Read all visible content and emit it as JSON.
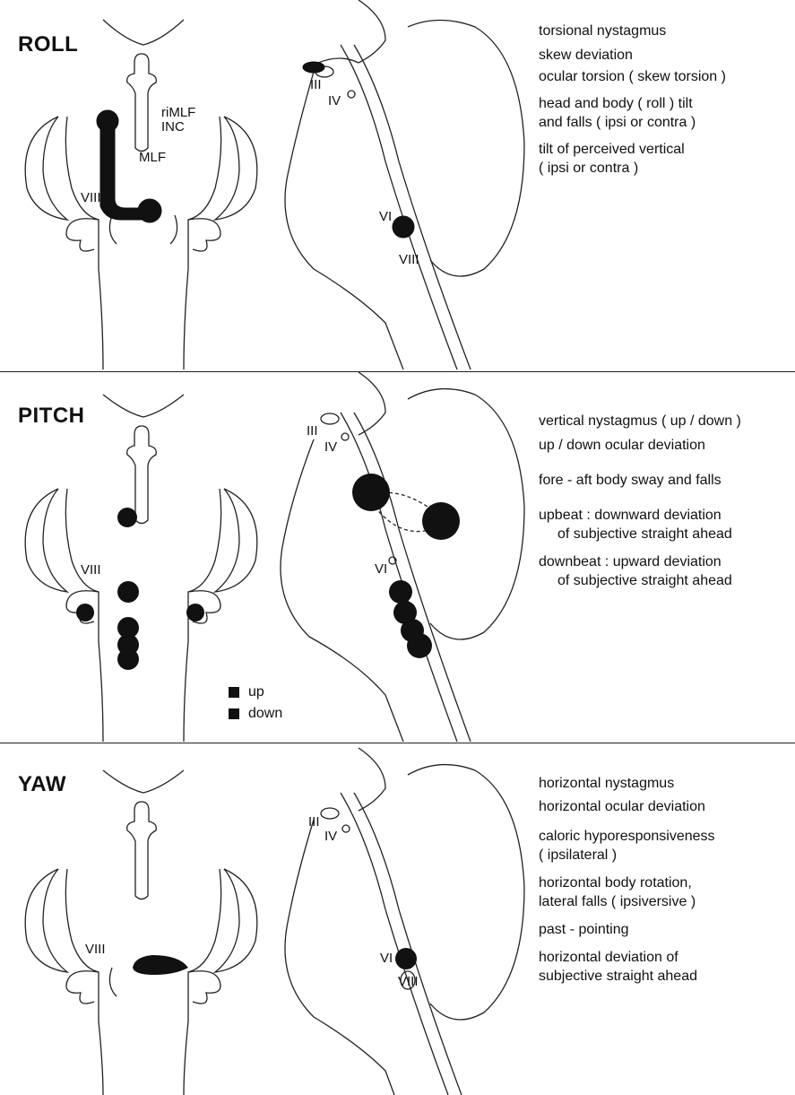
{
  "panels": [
    {
      "title": "ROLL",
      "labels": {
        "riMLF": "riMLF",
        "INC": "INC",
        "MLF": "MLF",
        "VIII_left": "VIII",
        "III": "III",
        "IV": "IV",
        "VI": "VI",
        "VIII_right": "VIII"
      },
      "description": [
        "torsional nystagmus",
        "skew deviation",
        "ocular torsion ( skew torsion )",
        "head and body ( roll ) tilt",
        "and falls ( ipsi or contra )",
        "tilt of perceived vertical",
        "( ipsi or contra )"
      ]
    },
    {
      "title": "PITCH",
      "labels": {
        "VIII_left": "VIII",
        "III": "III",
        "IV": "IV",
        "VI": "VI"
      },
      "legend": [
        "up",
        "down"
      ],
      "description": [
        "vertical nystagmus ( up / down )",
        "up / down ocular deviation",
        "fore - aft body sway and falls",
        "upbeat : downward deviation",
        "of subjective straight ahead",
        "downbeat : upward deviation",
        "of subjective straight ahead"
      ]
    },
    {
      "title": "YAW",
      "labels": {
        "VIII_left": "VIII",
        "III": "III",
        "IV": "IV",
        "VI": "VI",
        "VIII_right": "VIII"
      },
      "description": [
        "horizontal nystagmus",
        "horizontal ocular deviation",
        "caloric hyporesponsiveness",
        "( ipsilateral )",
        "horizontal body rotation,",
        "lateral falls ( ipsiversive )",
        "past - pointing",
        "horizontal deviation of",
        "subjective straight ahead"
      ]
    }
  ]
}
